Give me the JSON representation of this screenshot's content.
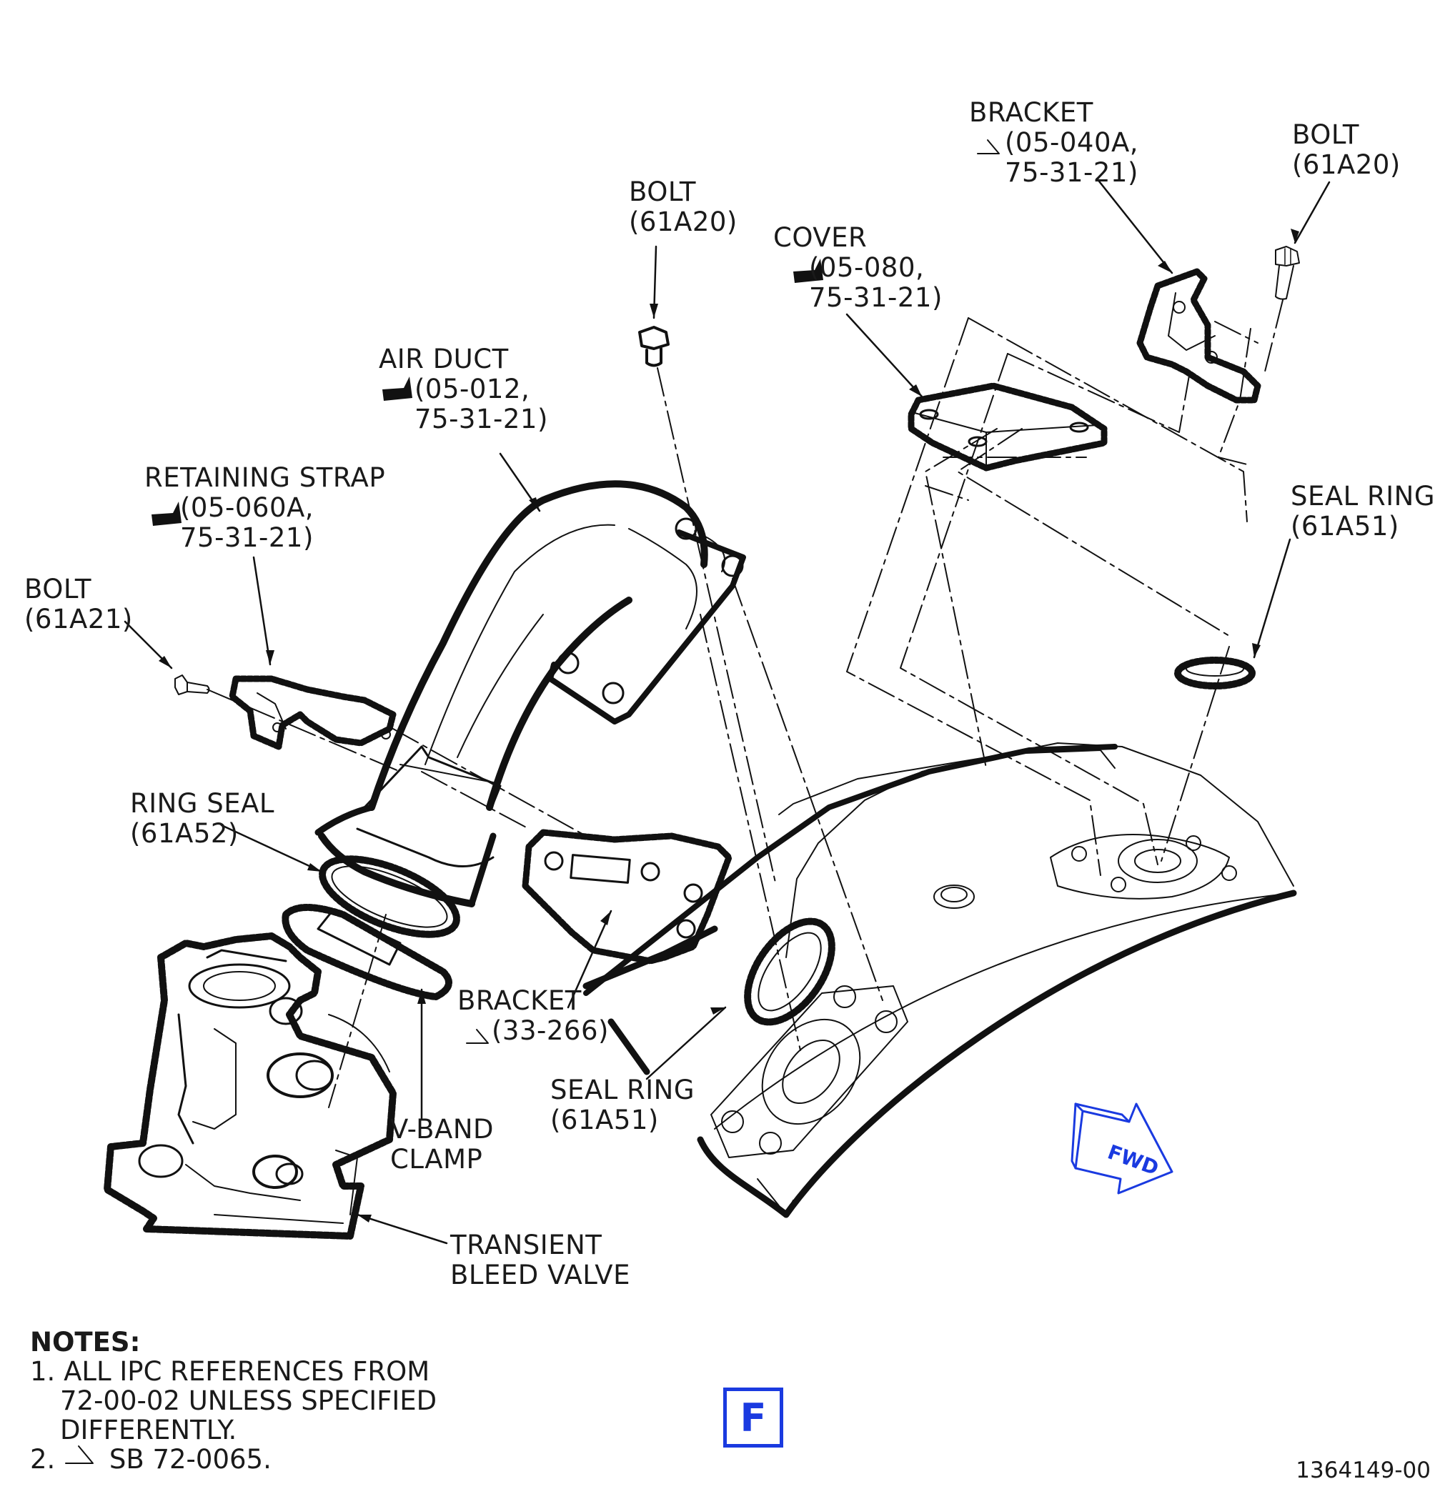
{
  "labels": {
    "bracket_top": [
      "BRACKET",
      "(05-040A,",
      "75-31-21)"
    ],
    "bolt_top_right": [
      "BOLT",
      "(61A20)"
    ],
    "bolt_top_mid": [
      "BOLT",
      "(61A20)"
    ],
    "cover": [
      "COVER",
      "(05-080,",
      "75-31-21)"
    ],
    "air_duct": [
      "AIR DUCT",
      "(05-012,",
      "75-31-21)"
    ],
    "retaining_strap": [
      "RETAINING STRAP",
      "(05-060A,",
      "75-31-21)"
    ],
    "bolt_left": [
      "BOLT",
      "(61A21)"
    ],
    "seal_ring_right": [
      "SEAL RING",
      "(61A51)"
    ],
    "ring_seal": [
      "RING SEAL",
      "(61A52)"
    ],
    "bracket_lower": [
      "BRACKET",
      "(33-266)"
    ],
    "seal_ring_lower": [
      "SEAL RING",
      "(61A51)"
    ],
    "vband_clamp": [
      "V-BAND",
      "CLAMP"
    ],
    "transient_bleed_valve": [
      "TRANSIENT",
      "BLEED VALVE"
    ]
  },
  "direction_arrow": "FWD",
  "notes": {
    "heading": "NOTES:",
    "items": [
      [
        "1. ALL IPC REFERENCES FROM",
        "72-00-02 UNLESS SPECIFIED",
        "DIFFERENTLY."
      ],
      [
        "2.",
        "SB 72-0065."
      ]
    ]
  },
  "view_letter": "F",
  "figure_id": "1364149-00",
  "colors": {
    "ink": "#1a1a1a",
    "accent": "#1a3ae0"
  }
}
